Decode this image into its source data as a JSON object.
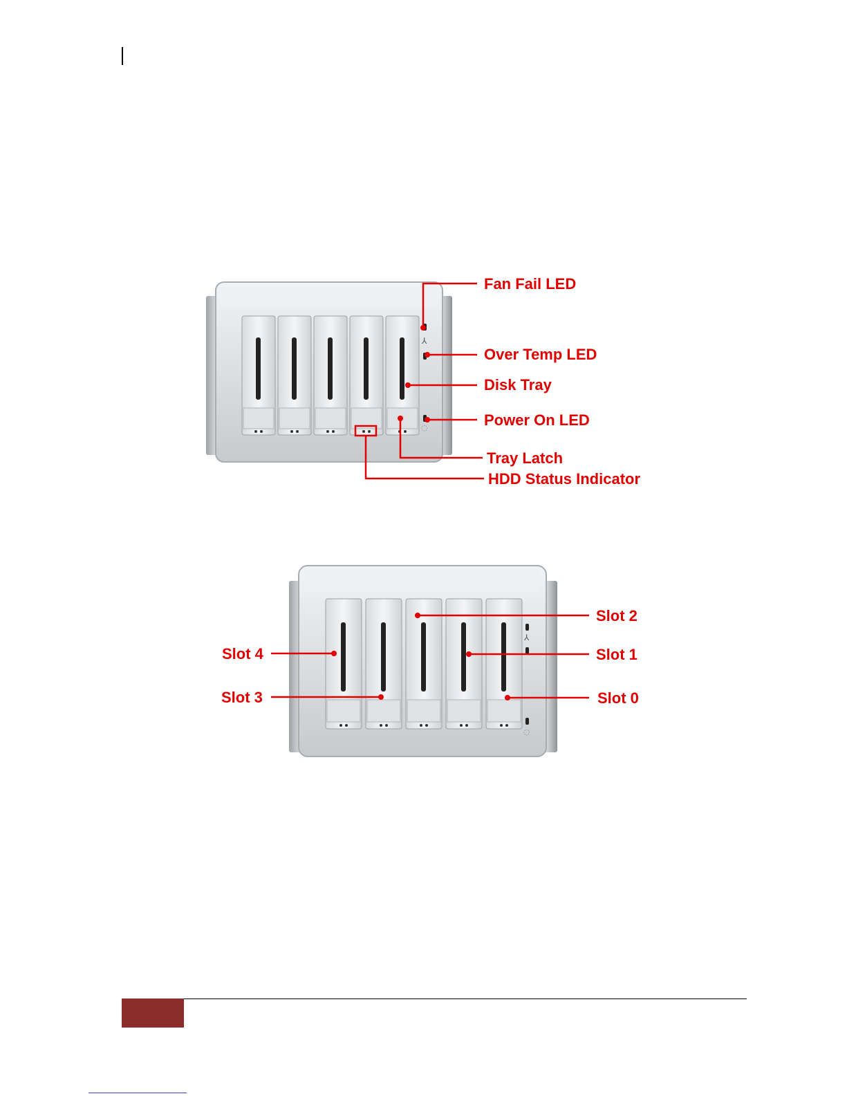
{
  "figure1": {
    "labels": {
      "fan_fail_led": "Fan Fail LED",
      "over_temp_led": "Over Temp LED",
      "disk_tray": "Disk Tray",
      "power_on_led": "Power On LED",
      "tray_latch": "Tray Latch",
      "hdd_status_indicator": "HDD Status Indicator"
    }
  },
  "figure2": {
    "labels": {
      "slot_4": "Slot 4",
      "slot_3": "Slot 3",
      "slot_2": "Slot 2",
      "slot_1": "Slot 1",
      "slot_0": "Slot 0"
    }
  },
  "colors": {
    "callout": "#e00000",
    "footer_block": "#8b2b2a",
    "chassis": "#d9dcdf"
  }
}
